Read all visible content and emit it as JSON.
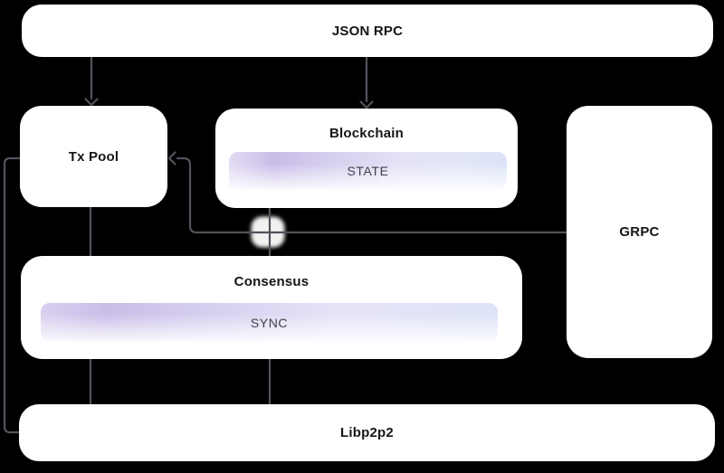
{
  "meta": {
    "background": "#000000",
    "node_fill": "#ffffff",
    "line_color": "#52525c",
    "title_color": "#15151a",
    "badge_text_color": "#41414b",
    "accent_purple": "#cabee8",
    "accent_blue": "#dde3f7"
  },
  "nodes": {
    "json_rpc": {
      "label": "JSON RPC"
    },
    "tx_pool": {
      "label": "Tx Pool"
    },
    "blockchain": {
      "label": "Blockchain",
      "badge": "STATE"
    },
    "grpc": {
      "label": "GRPC"
    },
    "consensus": {
      "label": "Consensus",
      "badge": "SYNC"
    },
    "libp2p2": {
      "label": "Libp2p2"
    }
  },
  "edges": [
    {
      "from": "JSON RPC",
      "to": "Tx Pool",
      "arrow": true
    },
    {
      "from": "JSON RPC",
      "to": "Blockchain",
      "arrow": true
    },
    {
      "from": "GRPC",
      "to": "Tx Pool",
      "arrow": true
    },
    {
      "from": "Tx Pool",
      "to": "Consensus",
      "arrow": false
    },
    {
      "from": "Blockchain",
      "to": "Consensus",
      "arrow": false
    },
    {
      "from": "Tx Pool",
      "to": "Libp2p2",
      "arrow": false
    },
    {
      "from": "Consensus",
      "to": "Libp2p2",
      "arrow": false
    },
    {
      "from": "Consensus",
      "to": "Libp2p2",
      "arrow": false
    }
  ]
}
